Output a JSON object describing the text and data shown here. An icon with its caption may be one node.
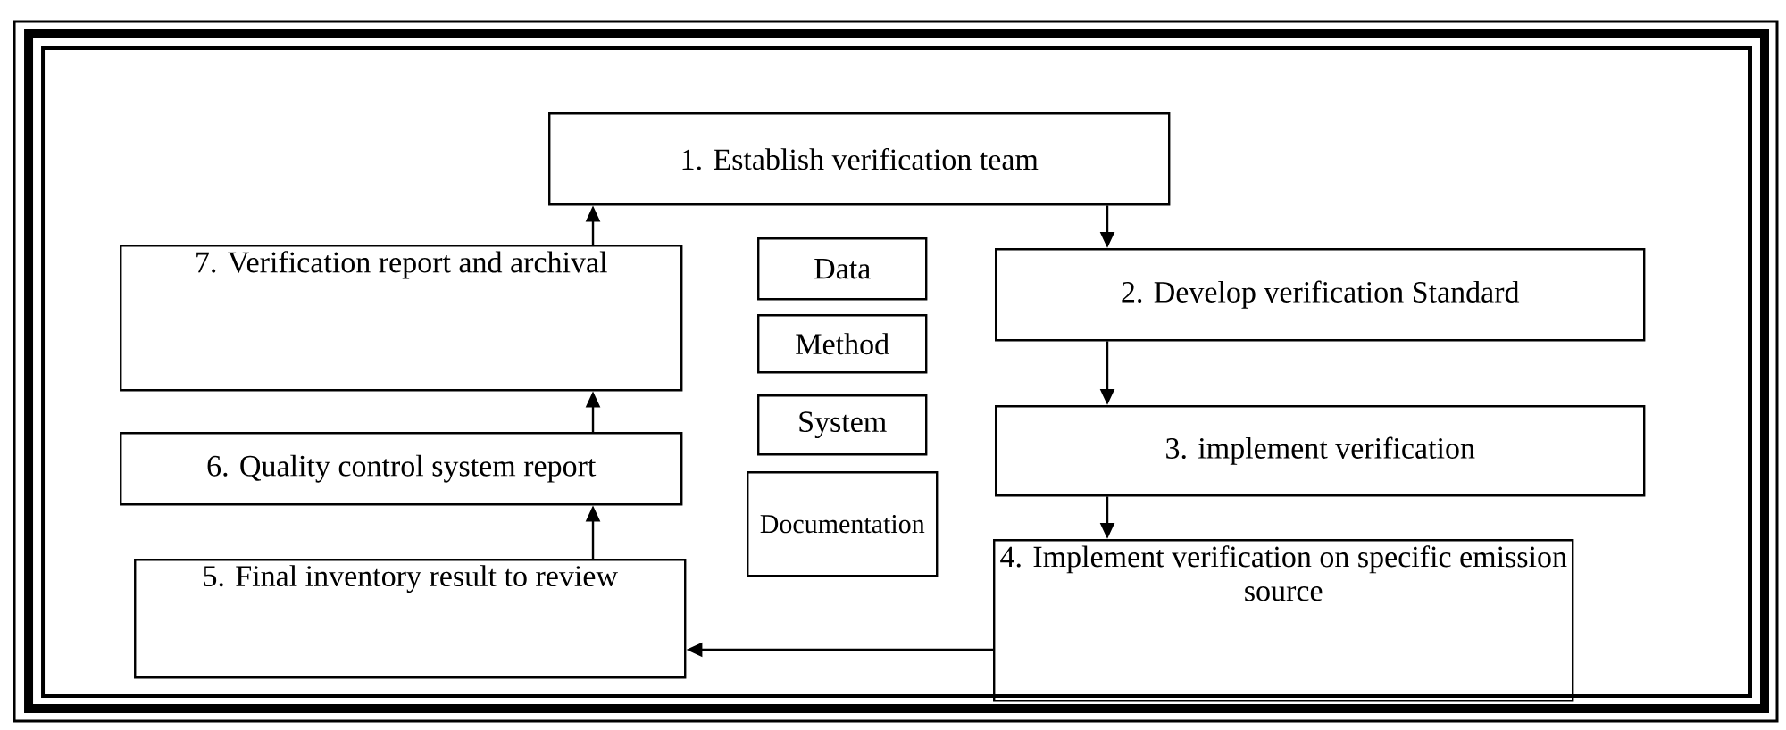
{
  "diagram": {
    "nodes": [
      {
        "text": [
          "1. Establish verification team"
        ]
      },
      {
        "text": [
          "7. Verification report and archival"
        ]
      },
      {
        "text": [
          "Data"
        ]
      },
      {
        "text": [
          "Method"
        ]
      },
      {
        "text": [
          "System"
        ]
      },
      {
        "text": [
          "Documentation"
        ]
      },
      {
        "text": [
          "2. Develop verification Standard"
        ]
      },
      {
        "text": [
          "6. Quality control system report"
        ]
      },
      {
        "text": [
          "3. implement verification"
        ]
      },
      {
        "text": [
          "5. Final inventory result to review"
        ]
      },
      {
        "text": [
          "4. Implement verification on specific emission source"
        ]
      }
    ],
    "edges": [
      {
        "from": 0,
        "to": 6,
        "arrow": "to"
      },
      {
        "from": 6,
        "to": 8,
        "arrow": "to"
      },
      {
        "from": 8,
        "to": 10,
        "arrow": "to"
      },
      {
        "from": 10,
        "to": 9,
        "arrow": "to"
      },
      {
        "from": 9,
        "to": 7,
        "arrow": "to"
      },
      {
        "from": 7,
        "to": 1,
        "arrow": "to"
      },
      {
        "from": 1,
        "to": 0,
        "arrow": "to"
      }
    ]
  }
}
